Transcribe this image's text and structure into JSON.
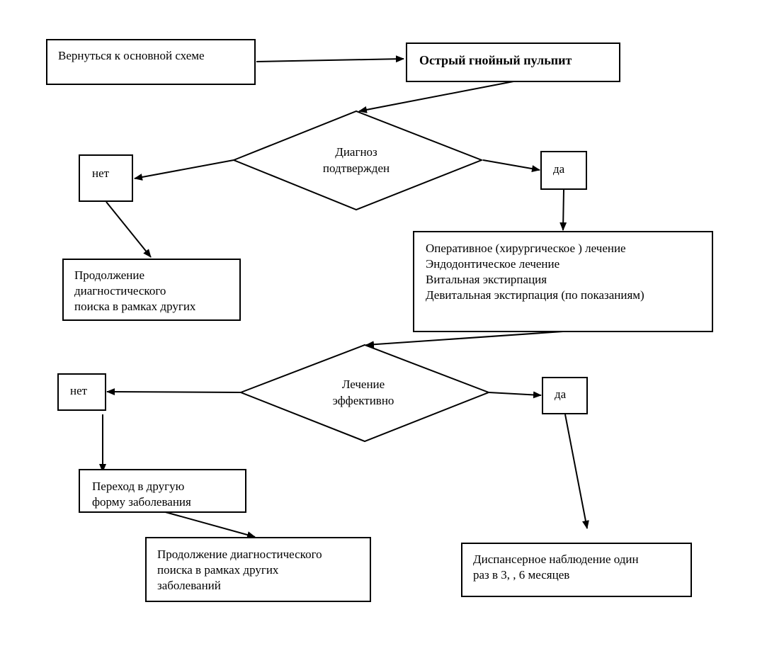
{
  "boxes": {
    "back": "Вернуться к основной схеме",
    "title": "Острый  гнойный пульпит",
    "no1": "нет",
    "yes1": "да",
    "cont1": "Продолжение\nдиагностического\nпоиска в рамках других",
    "treatment": "Оперативное (хирургическое ) лечение\nЭндодонтическое лечение\nВитальная экстирпация\nДевитальная экстирпация (по показаниям)",
    "no2": "нет",
    "yes2": "да",
    "transition": "Переход в другую\nформу заболевания",
    "cont2": "Продолжение диагностического\nпоиска в рамках других\nзаболеваний",
    "dispensary": "Диспансерное наблюдение один\nраз в  3, , 6  месяцев"
  },
  "decisions": {
    "diag": "Диагноз\nподтвержден",
    "effect": "Лечение\nэффективно"
  }
}
